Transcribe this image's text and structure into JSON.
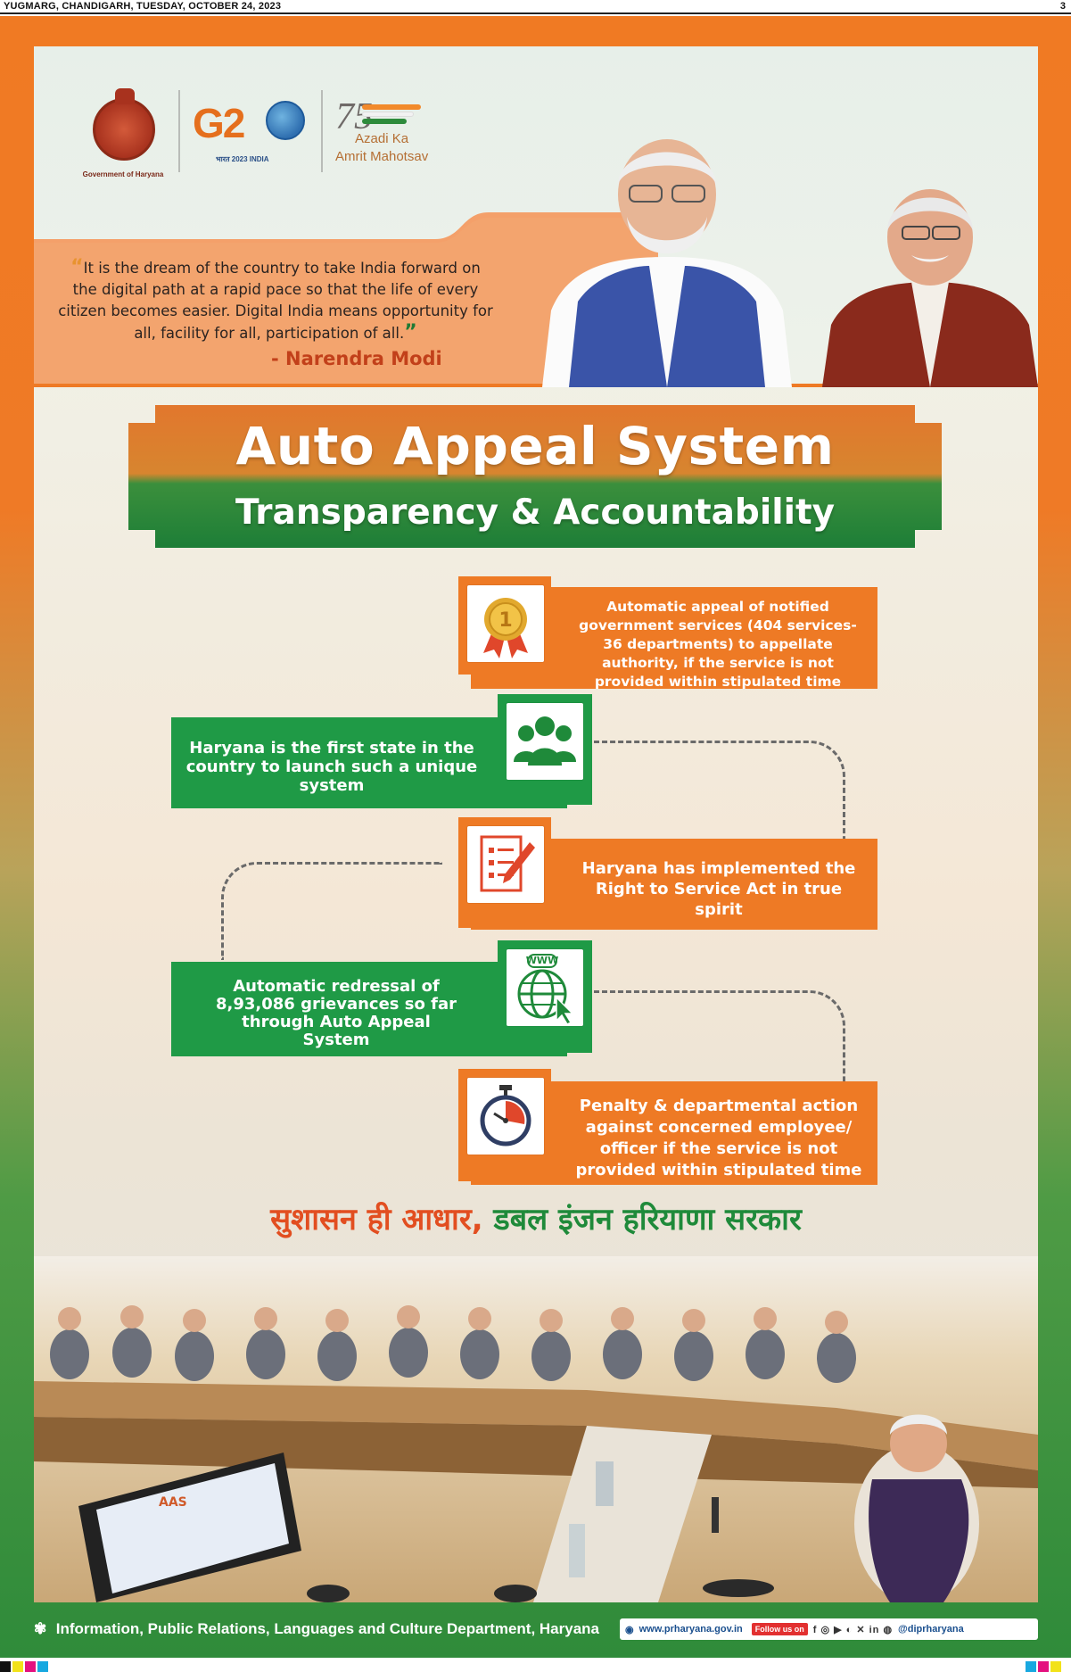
{
  "newspaper": {
    "header_left": "YUGMARG, CHANDIGARH, TUESDAY, OCTOBER 24, 2023",
    "page_number": "3"
  },
  "logos": {
    "haryana_caption": "Government of Haryana",
    "g20_sub": "भारत 2023 INDIA",
    "aka_number": "75",
    "aka_line1": "Azadi Ka",
    "aka_line2": "Amrit Mahotsav"
  },
  "quote": {
    "text": "It is the dream of the country to take India forward on the digital path at a rapid pace so that the life of every citizen becomes easier. Digital India means opportunity for all, facility for all, participation of all.",
    "open_mark": "“",
    "close_mark": "”",
    "author": "- Narendra Modi"
  },
  "title": {
    "main": "Auto Appeal System",
    "sub": "Transparency & Accountability"
  },
  "items": [
    {
      "text": "Automatic appeal of notified government services (404 services- 36 departments) to appellate authority, if the service is not provided within stipulated time",
      "icon": "medal-icon",
      "badge": "1"
    },
    {
      "text": "Haryana is the first state in the country to launch such a unique system",
      "icon": "group-icon"
    },
    {
      "text": "Haryana has implemented the Right to Service Act in true spirit",
      "icon": "document-pen-icon"
    },
    {
      "text": "Automatic redressal of 8,93,086 grievances so far through Auto Appeal System",
      "icon": "www-globe-icon",
      "badge": "WWW"
    },
    {
      "text": "Penalty & departmental action against concerned employee/ officer if the service is not provided within stipulated time",
      "icon": "stopwatch-icon"
    }
  ],
  "slogan": {
    "part1": "सुशासन ही आधार,",
    "part2": " डबल इंजन हरियाणा सरकार"
  },
  "photo": {
    "screen_title": "AAS"
  },
  "footer": {
    "department": "Information, Public Relations, Languages and Culture Department, Haryana",
    "website": "www.prharyana.gov.in",
    "follow": "Follow us on",
    "social": "f ◎ ▶ ◐ ✕ in ◍",
    "handle": "@diprharyana"
  },
  "colors": {
    "saffron": "#ee7a25",
    "green": "#1f9a46",
    "author_red": "#c2401a"
  }
}
